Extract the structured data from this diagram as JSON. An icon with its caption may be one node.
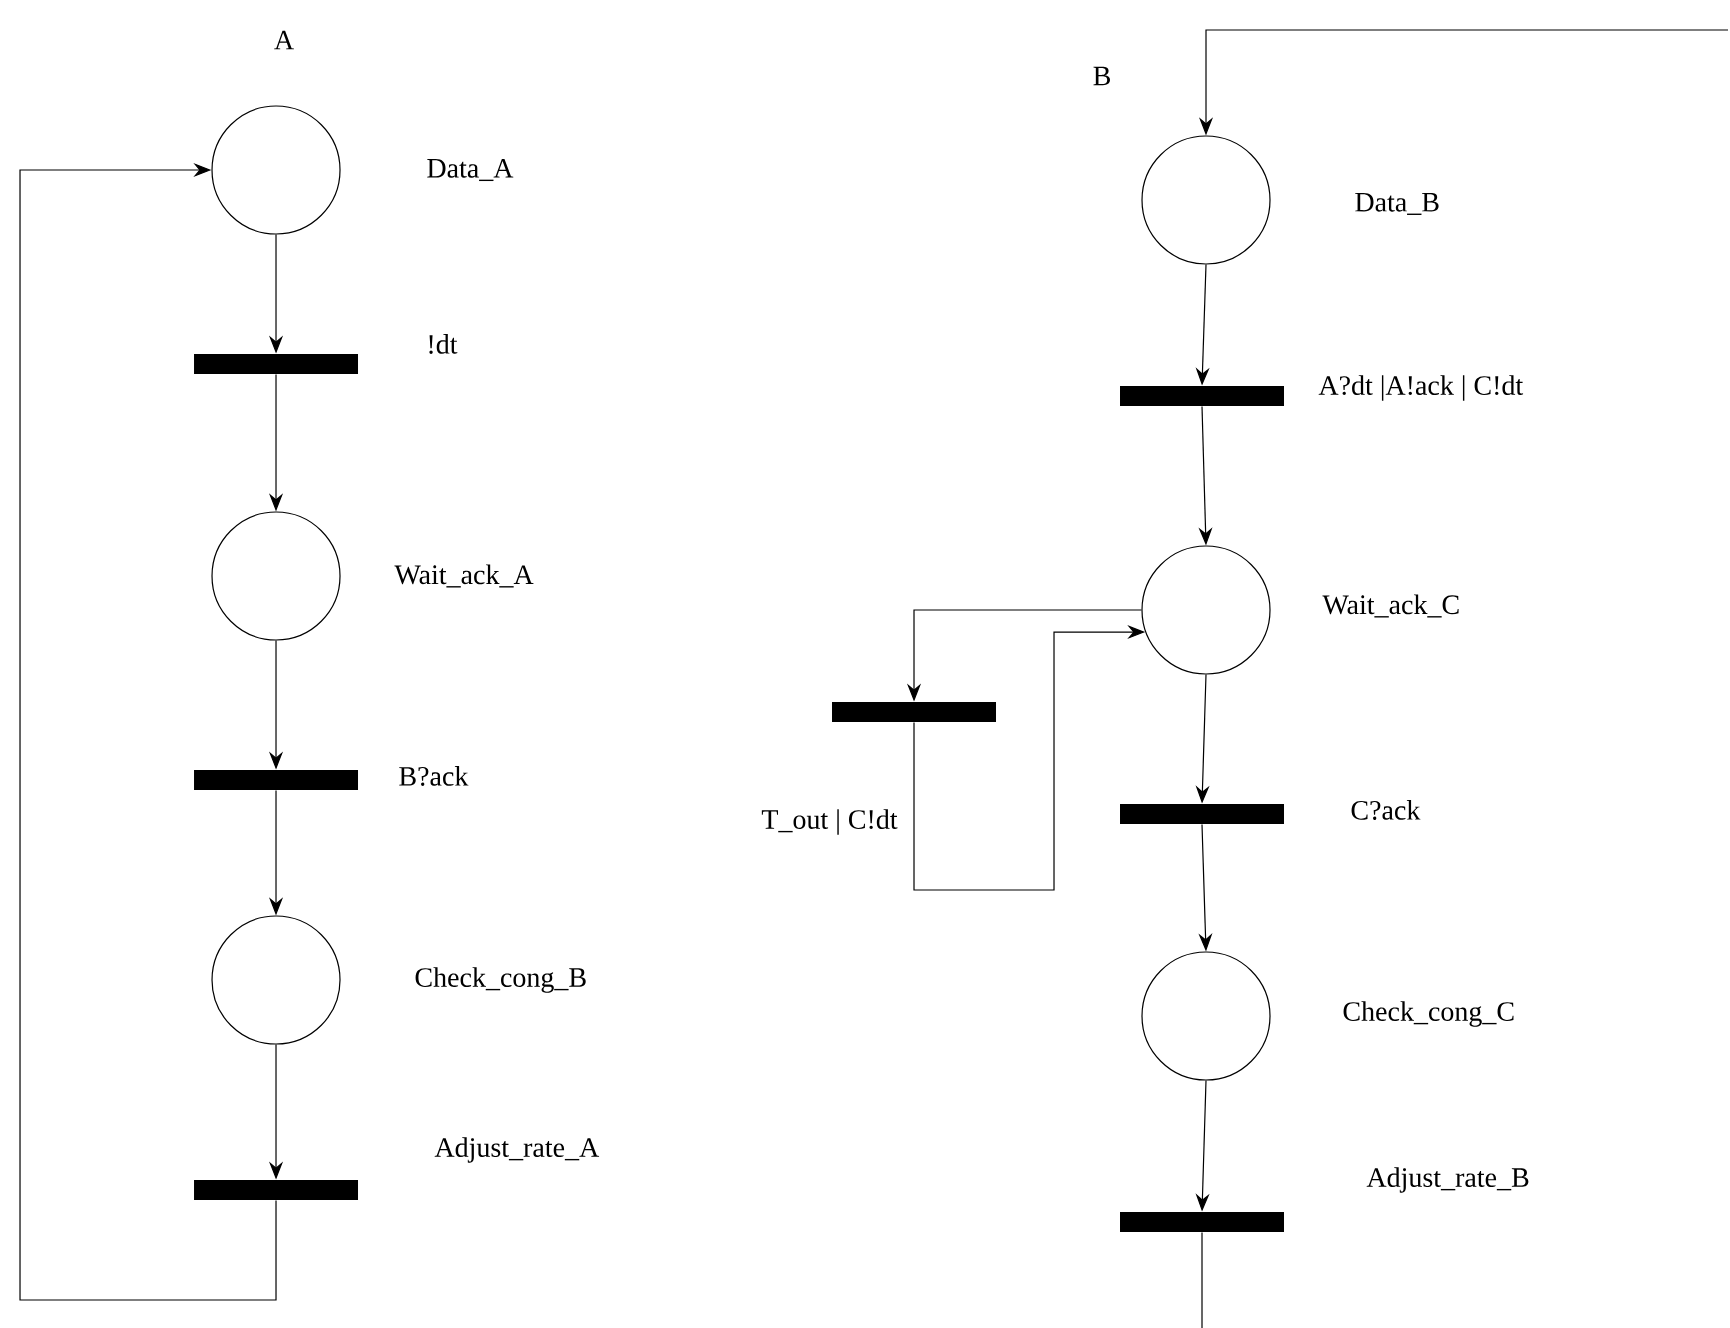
{
  "diagram": {
    "nodes": [
      {
        "text": [],
        "shape": "circle",
        "beside": [
          "Data_A"
        ]
      },
      {
        "text": [],
        "shape": "bar",
        "beside": [
          "!dt"
        ]
      },
      {
        "text": [],
        "shape": "circle",
        "beside": [
          "Wait_ack_A"
        ]
      },
      {
        "text": [],
        "shape": "bar",
        "beside": [
          "B?ack"
        ]
      },
      {
        "text": [],
        "shape": "circle",
        "beside": [
          "Check_cong_B"
        ]
      },
      {
        "text": [],
        "shape": "bar",
        "beside": [
          "Adjust_rate_A"
        ]
      },
      {
        "text": [],
        "shape": "circle",
        "beside": [
          "Data_B"
        ]
      },
      {
        "text": [],
        "shape": "bar",
        "beside": [
          "A?dt |A!ack | C!dt"
        ]
      },
      {
        "text": [],
        "shape": "circle",
        "beside": [
          "Wait_ack_C"
        ]
      },
      {
        "text": [],
        "shape": "bar",
        "beside": [
          "T_out | C!dt"
        ]
      },
      {
        "text": [],
        "shape": "bar",
        "beside": [
          "C?ack"
        ]
      },
      {
        "text": [],
        "shape": "circle",
        "beside": [
          "Check_cong_C"
        ]
      },
      {
        "text": [],
        "shape": "bar",
        "beside": [
          "Adjust_rate_B"
        ]
      }
    ],
    "edges": [
      {
        "from": 0,
        "to": 1,
        "arrow": "to"
      },
      {
        "from": 1,
        "to": 2,
        "arrow": "to"
      },
      {
        "from": 2,
        "to": 3,
        "arrow": "to"
      },
      {
        "from": 3,
        "to": 4,
        "arrow": "to"
      },
      {
        "from": 4,
        "to": 5,
        "arrow": "to"
      },
      {
        "from": 5,
        "to": 0,
        "arrow": "to"
      },
      {
        "from": null,
        "to": 6,
        "arrow": "to"
      },
      {
        "from": 6,
        "to": 7,
        "arrow": "to"
      },
      {
        "from": 7,
        "to": 8,
        "arrow": "to"
      },
      {
        "from": 8,
        "to": 9,
        "arrow": "to"
      },
      {
        "from": 9,
        "to": 8,
        "arrow": "to"
      },
      {
        "from": 8,
        "to": 10,
        "arrow": "to"
      },
      {
        "from": 10,
        "to": 11,
        "arrow": "to"
      },
      {
        "from": 11,
        "to": 12,
        "arrow": "to"
      },
      {
        "from": 12,
        "to": null,
        "arrow": "none"
      }
    ],
    "labels": [
      "A",
      "B"
    ]
  }
}
